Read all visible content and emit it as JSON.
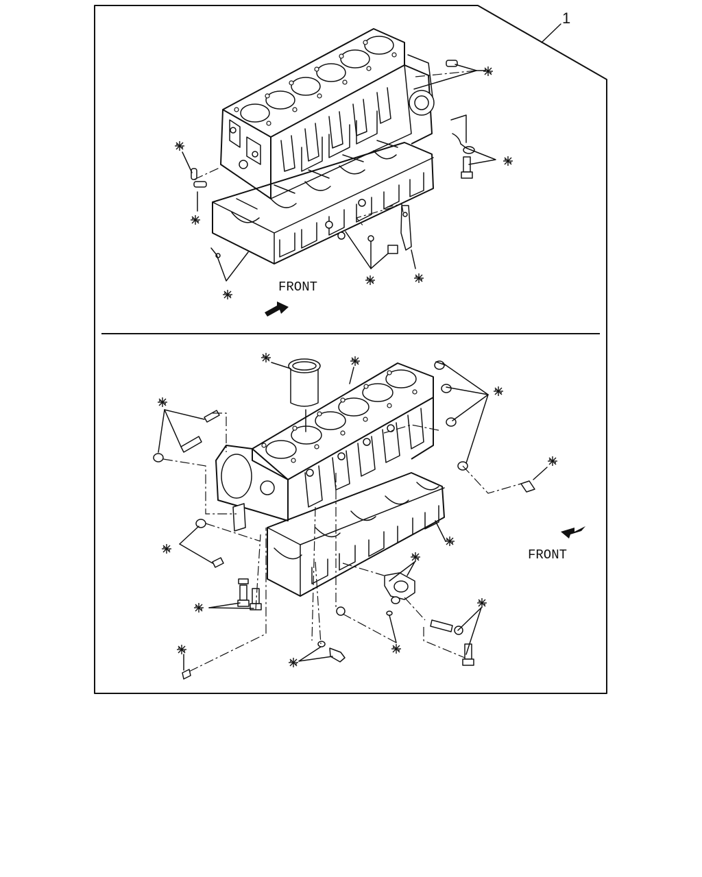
{
  "callout_number": "1",
  "upper_view": {
    "front_label": "FRONT"
  },
  "lower_view": {
    "front_label": "FRONT"
  },
  "marker_symbol": "※",
  "marker_count": 20
}
